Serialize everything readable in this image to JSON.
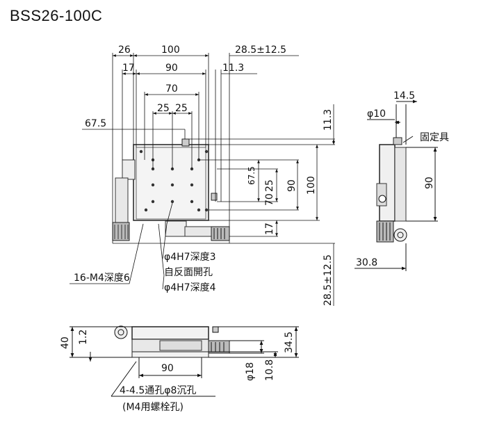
{
  "title": "BSS26-100C",
  "top_view": {
    "dims_top": {
      "d26": "26",
      "d100": "100",
      "d28": "28.5±12.5",
      "d17": "17",
      "d90": "90",
      "d113": "11.3",
      "d70": "70",
      "d25a": "25",
      "d25b": "25"
    },
    "dims_left": {
      "d675": "67.5"
    },
    "dims_right": {
      "d113v": "11.3",
      "d675v": "67.5",
      "d25v": "25",
      "d70v": "70",
      "d90v": "90",
      "d100v": "100",
      "d17v": "17",
      "d28v": "28.5±12.5"
    },
    "notes": {
      "tapped": "16-M4深度6",
      "pin_top": "φ4H7深度3",
      "back_hole": "自反面開孔",
      "pin_back": "φ4H7深度4"
    }
  },
  "side_view": {
    "d145": "14.5",
    "d10": "φ10",
    "fixture": "固定具",
    "d90": "90",
    "d308": "30.8"
  },
  "front_view": {
    "d40": "40",
    "d12": "1.2",
    "d90": "90",
    "d18": "φ18",
    "d108": "10.8",
    "d345": "34.5",
    "hole_note": "4-4.5通孔φ8沉孔",
    "bolt_note": "(M4用螺栓孔)"
  }
}
